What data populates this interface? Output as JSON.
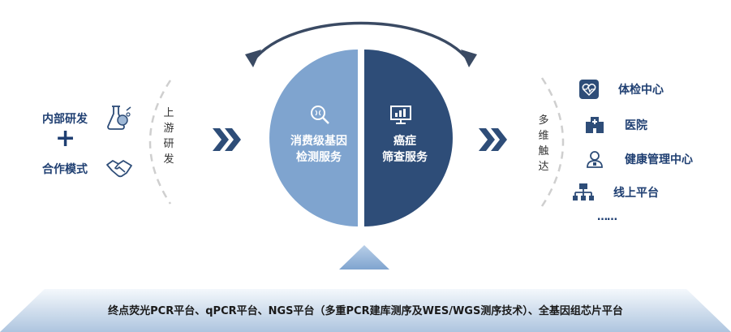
{
  "left": {
    "internal_rd": "内部研发",
    "plus": "+",
    "cooperation": "合作模式"
  },
  "upstream_rd": [
    "上",
    "游",
    "研",
    "发"
  ],
  "center": {
    "left_half": [
      "消费级基因",
      "检测服务"
    ],
    "right_half": [
      "癌症",
      "筛查服务"
    ]
  },
  "multi_reach": [
    "多",
    "维",
    "触",
    "达"
  ],
  "right_items": [
    {
      "label": "体检中心",
      "icon": "heart-monitor-icon"
    },
    {
      "label": "医院",
      "icon": "hospital-icon"
    },
    {
      "label": "健康管理中心",
      "icon": "doctor-icon"
    },
    {
      "label": "线上平台",
      "icon": "network-icon"
    }
  ],
  "more": "……",
  "platform": "终点荧光PCR平台、qPCR平台、NGS平台（多重PCR建库测序及WES/WGS测序技术）、全基因组芯片平台",
  "colors": {
    "dark_blue": "#2e4d78",
    "light_blue": "#7fa4cf",
    "text_blue": "#1f3f72",
    "dash_gray": "#cfcfcf"
  }
}
